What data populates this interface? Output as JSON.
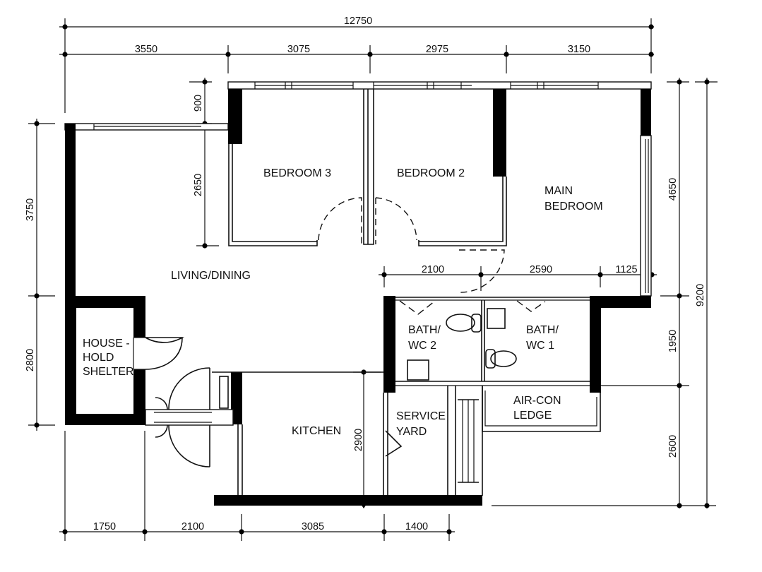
{
  "plan": {
    "type": "floor-plan",
    "units": "mm",
    "colors": {
      "wall": "#000000",
      "line": "#111111",
      "background": "#ffffff"
    }
  },
  "rooms": {
    "bedroom3": "BEDROOM 3",
    "bedroom2": "BEDROOM 2",
    "main_bedroom": [
      "MAIN",
      "BEDROOM"
    ],
    "living_dining": "LIVING/DINING",
    "bath_wc2": [
      "BATH/",
      "WC 2"
    ],
    "bath_wc1": [
      "BATH/",
      "WC 1"
    ],
    "household_shelter": [
      "HOUSE -",
      "HOLD",
      "SHELTER"
    ],
    "kitchen": "KITCHEN",
    "service_yard": [
      "SERVICE",
      "YARD"
    ],
    "aircon_ledge": [
      "AIR-CON",
      "LEDGE"
    ]
  },
  "dimensions": {
    "top_overall": "12750",
    "top": [
      "3550",
      "3075",
      "2975",
      "3150"
    ],
    "bottom": [
      "1750",
      "2100",
      "3085",
      "1400"
    ],
    "left": [
      "3750",
      "2800"
    ],
    "right_inner": [
      "4650",
      "1950",
      "2600"
    ],
    "right_overall": "9200",
    "interior": {
      "bedroom_offset": "900",
      "bedroom_depth": "2650",
      "bath_row": [
        "2100",
        "2590",
        "1125"
      ],
      "kitchen_depth": "2900"
    }
  }
}
